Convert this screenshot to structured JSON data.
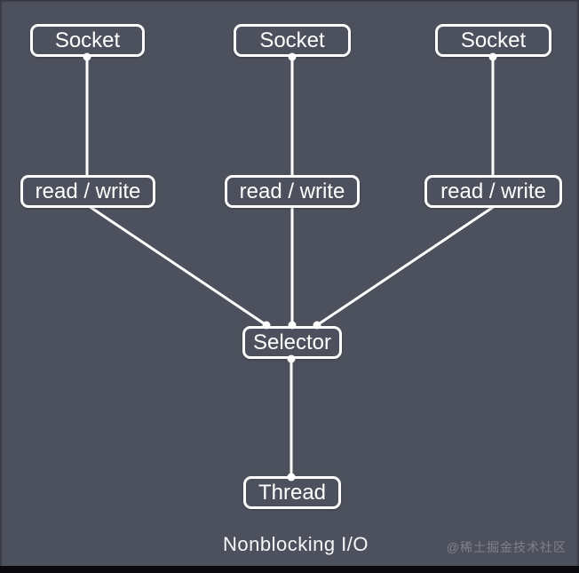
{
  "diagram": {
    "caption": "Nonblocking I/O",
    "nodes": {
      "socket1": {
        "label": "Socket"
      },
      "socket2": {
        "label": "Socket"
      },
      "socket3": {
        "label": "Socket"
      },
      "readwrite1": {
        "label": "read / write"
      },
      "readwrite2": {
        "label": "read / write"
      },
      "readwrite3": {
        "label": "read / write"
      },
      "selector": {
        "label": "Selector"
      },
      "thread": {
        "label": "Thread"
      }
    },
    "edges": [
      {
        "from": "socket1",
        "to": "readwrite1"
      },
      {
        "from": "socket2",
        "to": "readwrite2"
      },
      {
        "from": "socket3",
        "to": "readwrite3"
      },
      {
        "from": "readwrite1",
        "to": "selector"
      },
      {
        "from": "readwrite2",
        "to": "selector"
      },
      {
        "from": "readwrite3",
        "to": "selector"
      },
      {
        "from": "selector",
        "to": "thread"
      }
    ]
  },
  "watermark": "@稀土掘金技术社区",
  "colors": {
    "background": "#4d515d",
    "stroke": "#ffffff",
    "text": "#ffffff",
    "bottom_bar": "#0a0a0c",
    "watermark_text": "rgba(255,255,255,0.28)"
  }
}
